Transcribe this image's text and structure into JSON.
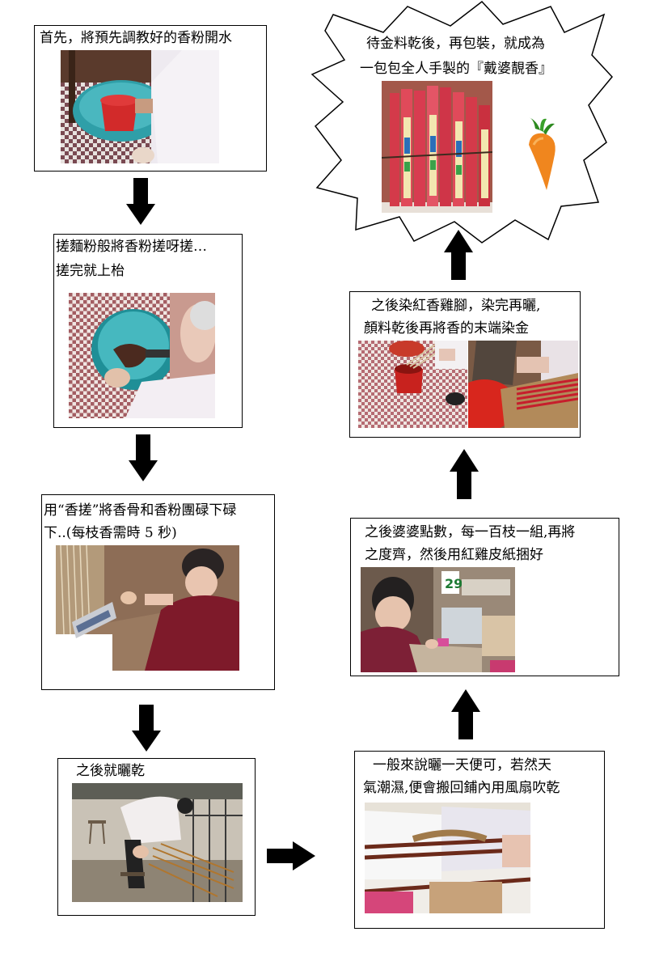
{
  "steps": [
    {
      "id": 1,
      "lines": [
        "首先，將預先調教好的香粉開水"
      ]
    },
    {
      "id": 2,
      "lines": [
        "搓麵粉般將香粉搓呀搓…",
        "搓完就上枱"
      ]
    },
    {
      "id": 3,
      "lines": [
        "用“香搓”將香骨和香粉團碌下碌",
        "下..(每枝香需時 5 秒)"
      ]
    },
    {
      "id": 4,
      "lines": [
        "之後就曬乾"
      ]
    },
    {
      "id": 5,
      "lines": [
        "一般來說曬一天便可，若然天",
        "氣潮濕,便會搬回鋪內用風扇吹乾"
      ]
    },
    {
      "id": 6,
      "lines": [
        "之後婆婆點數，每一百枝一組,再將",
        "之度齊，然後用紅雞皮紙捆好"
      ]
    },
    {
      "id": 7,
      "lines": [
        "之後染紅香雞腳，染完再曬,",
        "顏料乾後再將香的末端染金"
      ]
    },
    {
      "id": 8,
      "lines": [
        "待金料乾後，再包裝，就成為",
        "一包包全人手製的『戴婆靚香』"
      ]
    }
  ],
  "photo_labels": {
    "bundle_tag": "29"
  },
  "icons": [
    "carrot-icon"
  ],
  "colors": {
    "arrow": "#000000",
    "border": "#000000"
  }
}
